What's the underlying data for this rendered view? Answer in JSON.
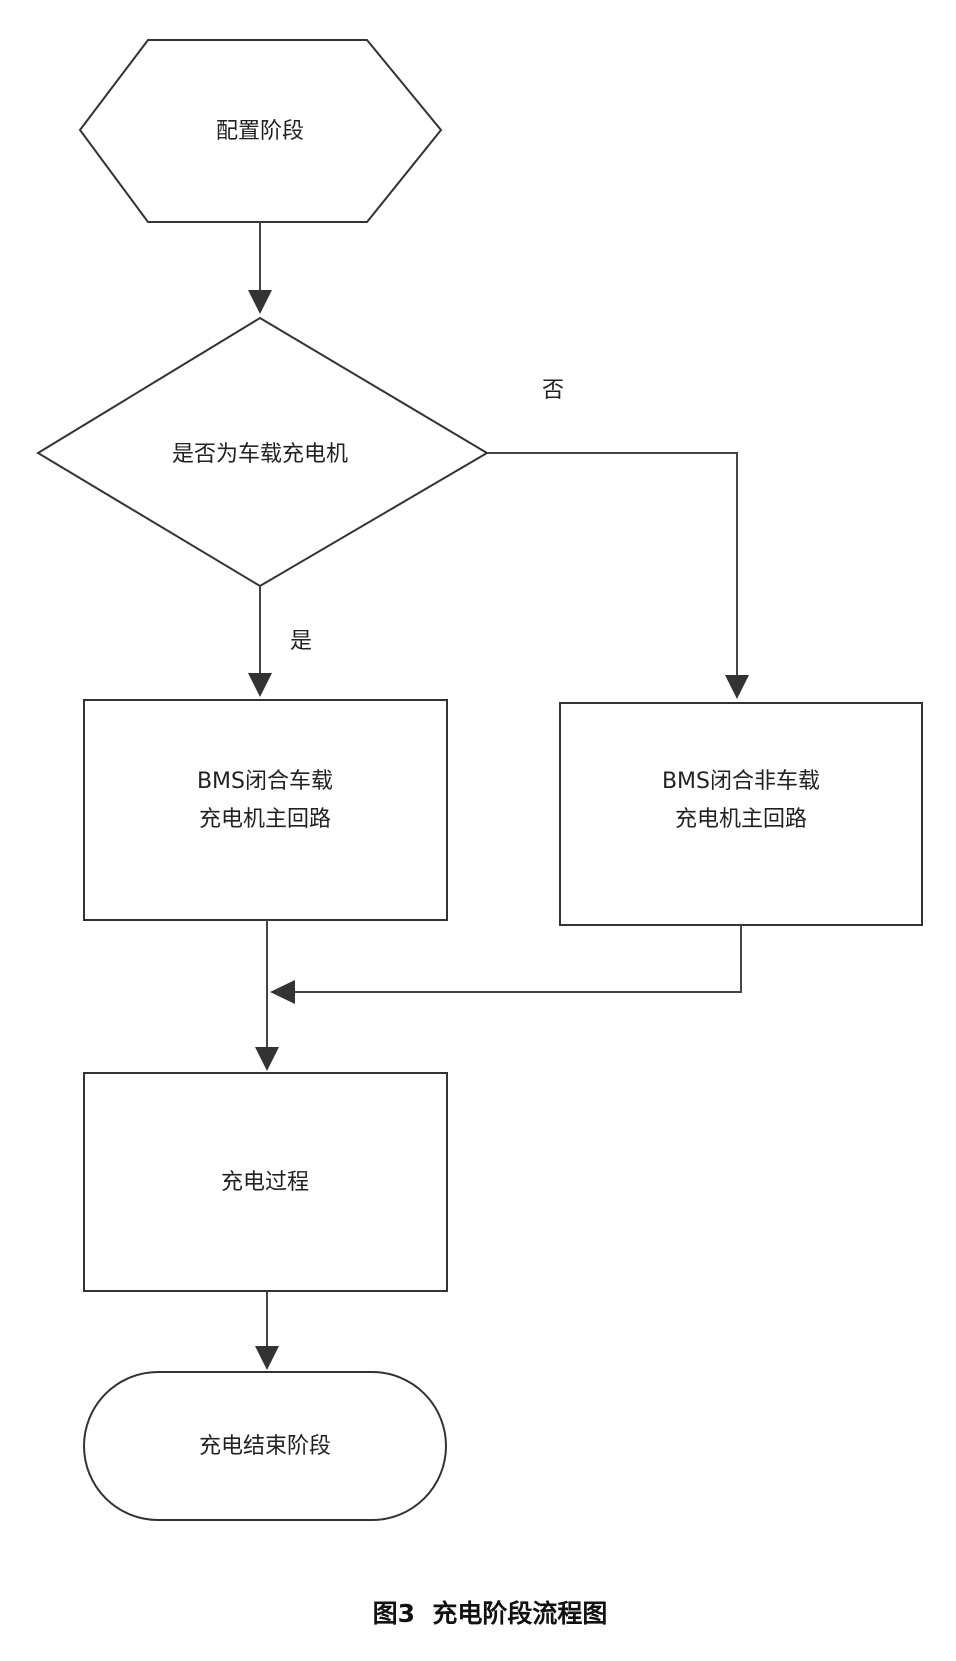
{
  "diagram": {
    "nodes": {
      "config": {
        "label": "配置阶段",
        "shape": "hexagon"
      },
      "decision": {
        "label": "是否为车载充电机",
        "shape": "diamond"
      },
      "onboard": {
        "line1": "BMS闭合车载",
        "line2": "充电机主回路",
        "shape": "rect"
      },
      "offboard": {
        "line1": "BMS闭合非车载",
        "line2": "充电机主回路",
        "shape": "rect"
      },
      "charging": {
        "label": "充电过程",
        "shape": "rect"
      },
      "end": {
        "label": "充电结束阶段",
        "shape": "terminator"
      }
    },
    "edges": {
      "yes_label": "是",
      "no_label": "否"
    },
    "caption": "图3  充电阶段流程图"
  }
}
